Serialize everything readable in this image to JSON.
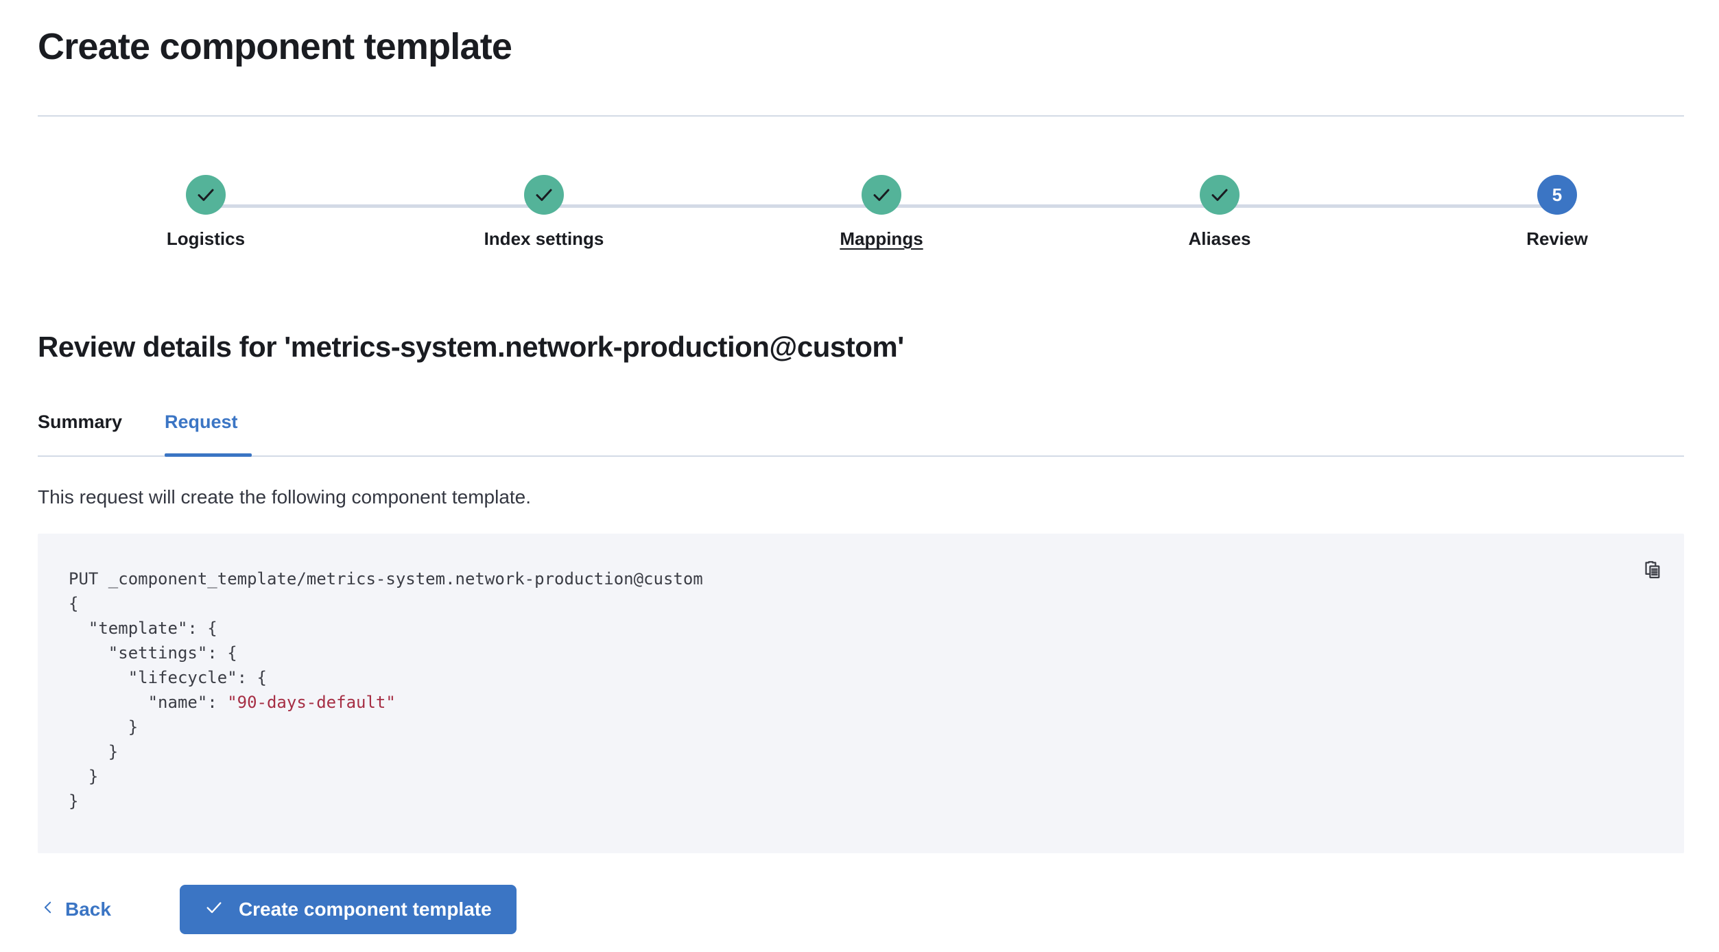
{
  "header": {
    "title": "Create component template"
  },
  "stepper": {
    "steps": [
      {
        "label": "Logistics",
        "state": "complete",
        "icon": "check-icon",
        "number": "1"
      },
      {
        "label": "Index settings",
        "state": "complete",
        "icon": "check-icon",
        "number": "2"
      },
      {
        "label": "Mappings",
        "state": "complete",
        "icon": "check-icon",
        "number": "3",
        "hovered": true
      },
      {
        "label": "Aliases",
        "state": "complete",
        "icon": "check-icon",
        "number": "4"
      },
      {
        "label": "Review",
        "state": "current",
        "icon": "",
        "number": "5"
      }
    ],
    "complete_color": "#54B399",
    "current_color": "#3B75C4",
    "track_color": "#D3DAE6"
  },
  "review": {
    "heading": "Review details for 'metrics-system.network-production@custom'"
  },
  "tabs": {
    "items": [
      {
        "label": "Summary",
        "active": false
      },
      {
        "label": "Request",
        "active": true
      }
    ],
    "active_color": "#3B75C4"
  },
  "request": {
    "description": "This request will create the following component template.",
    "copy_icon": "copy-icon",
    "code": {
      "line_1": "PUT _component_template/metrics-system.network-production@custom",
      "line_2": "{",
      "line_3": "  \"template\": {",
      "line_4": "    \"settings\": {",
      "line_5": "      \"lifecycle\": {",
      "line_6_key": "        \"name\": ",
      "line_6_value": "\"90-days-default\"",
      "line_7": "      }",
      "line_8": "    }",
      "line_9": "  }",
      "line_10": "}",
      "string_color": "#A62E44",
      "background": "#F4F5F9"
    }
  },
  "footer": {
    "back_label": "Back",
    "back_icon": "chevron-left-icon",
    "submit_label": "Create component template",
    "submit_icon": "check-icon",
    "submit_color": "#3B75C4"
  }
}
